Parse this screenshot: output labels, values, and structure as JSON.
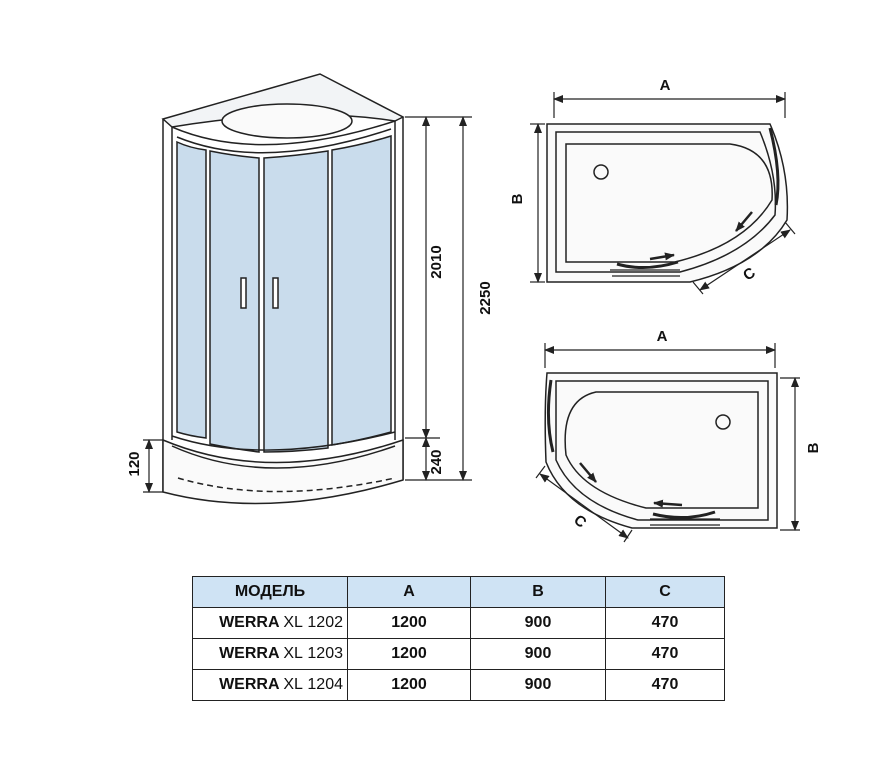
{
  "dimensions": {
    "height_total": "2250",
    "height_glass": "2010",
    "height_tray": "240",
    "tray_step": "120",
    "label_a": "A",
    "label_b": "B",
    "label_c": "C"
  },
  "table": {
    "headers": [
      "МОДЕЛЬ",
      "A",
      "B",
      "C"
    ],
    "rows": [
      {
        "brand": "WERRA",
        "series": "XL",
        "code": "1202",
        "a": "1200",
        "b": "900",
        "c": "470"
      },
      {
        "brand": "WERRA",
        "series": "XL",
        "code": "1203",
        "a": "1200",
        "b": "900",
        "c": "470"
      },
      {
        "brand": "WERRA",
        "series": "XL",
        "code": "1204",
        "a": "1200",
        "b": "900",
        "c": "470"
      }
    ]
  },
  "colors": {
    "glass": "#c9dcec",
    "table_header": "#cfe3f4",
    "line": "#222222"
  }
}
